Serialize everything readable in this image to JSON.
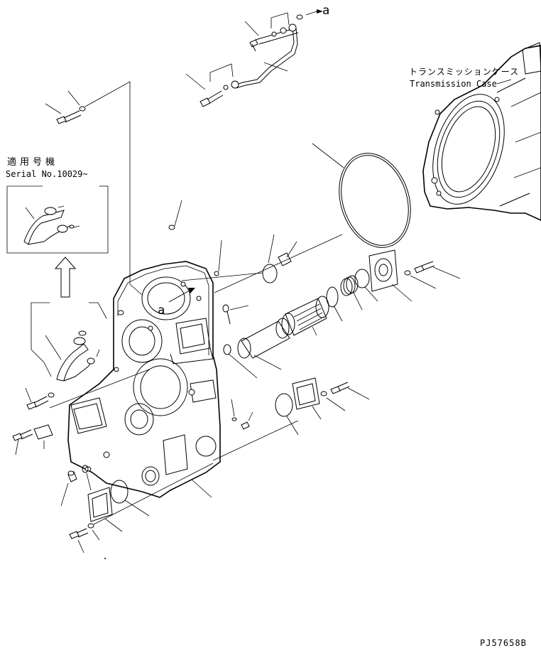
{
  "labels": {
    "direction_top": "a",
    "direction_mid": "a",
    "transmission_case_jp": "トランスミッションケース",
    "transmission_case_en": "Transmission Case",
    "applicable_serial_jp": "適用号機",
    "applicable_serial_en": "Serial No.10029~",
    "drawing_number": "PJ57658B"
  }
}
